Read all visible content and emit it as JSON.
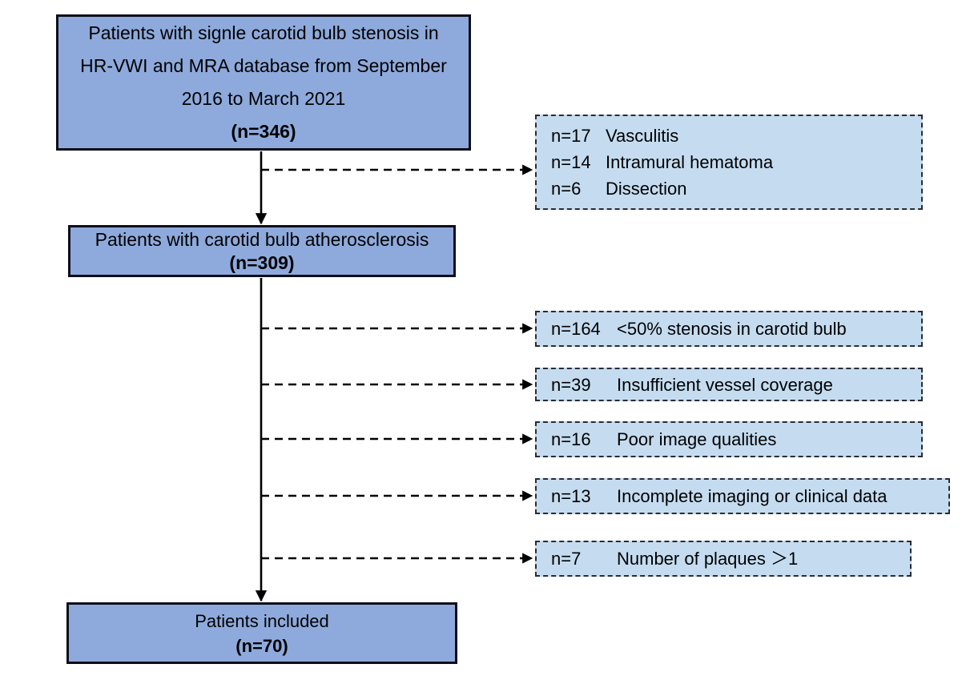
{
  "flowchart": {
    "title": "Patient selection flow diagram",
    "colors": {
      "main_node_fill": "#8eaadc",
      "main_node_border": "#0d0d1a",
      "exclusion_fill": "#c5dcf0",
      "exclusion_border": "#2b2b33",
      "background": "#ffffff",
      "text": "#000000"
    },
    "main_nodes": [
      {
        "id": "cohort",
        "lines": [
          "Patients with signle carotid bulb stenosis in",
          "HR-VWI and MRA database from September",
          "2016 to March 2021"
        ],
        "count_label": "(n=346)"
      },
      {
        "id": "atherosclerosis",
        "lines": [
          "Patients with carotid bulb atherosclerosis"
        ],
        "count_label": "(n=309)"
      },
      {
        "id": "included",
        "lines": [
          "Patients included"
        ],
        "count_label": "(n=70)"
      }
    ],
    "exclusion_groups": [
      {
        "id": "top",
        "rows": [
          {
            "n": "n=17",
            "desc": "Vasculitis"
          },
          {
            "n": "n=14",
            "desc": "Intramural hematoma"
          },
          {
            "n": "n=6",
            "desc": "Dissection"
          }
        ]
      },
      {
        "id": "stenosis",
        "rows": [
          {
            "n": "n=164",
            "desc": "<50% stenosis in carotid bulb"
          }
        ]
      },
      {
        "id": "coverage",
        "rows": [
          {
            "n": "n=39",
            "desc": "Insufficient vessel coverage"
          }
        ]
      },
      {
        "id": "quality",
        "rows": [
          {
            "n": "n=16",
            "desc": "Poor image qualities"
          }
        ]
      },
      {
        "id": "data",
        "rows": [
          {
            "n": "n=13",
            "desc": "Incomplete imaging or clinical data"
          }
        ]
      },
      {
        "id": "plaques",
        "rows": [
          {
            "n": "n=7",
            "desc": "Number of plaques ＞1"
          }
        ]
      }
    ]
  }
}
